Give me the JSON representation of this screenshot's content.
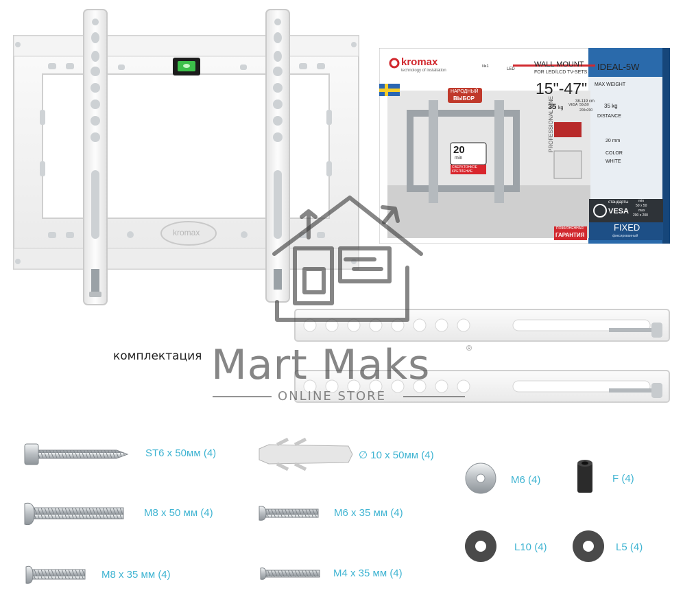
{
  "kit_heading": "комплектация",
  "watermark": {
    "brand": "Mart Maks",
    "registered_mark": "®",
    "tagline": "ONLINE STORE"
  },
  "bracket": {
    "logo_text": "kromax"
  },
  "box": {
    "brand": "kromax",
    "brand_sub": "technology of installation",
    "badge_top": "№1",
    "badge_led": "LED",
    "title": "WALL MOUNT",
    "subtitle": "FOR LED/LCD TV-SETS",
    "model": "IDEAL-5W",
    "size_range": "15\"-47\"",
    "size_cm": "38-119 cm",
    "max_weight_value": "35",
    "max_weight_unit": "kg",
    "vesa_small": "VESA",
    "vesa_min": "50x50",
    "vesa_max": "200x200",
    "narodny": "НАРОДНЫЙ",
    "vybor": "ВЫБОР",
    "min_distance": "20",
    "min_label": "min",
    "ultra_thin": "СВЕРХТОНКОЕ",
    "mounting": "КРЕПЛЕНИЕ",
    "side_max_weight": "MAX WEIGHT",
    "side_max_weight_value": "35 kg",
    "side_distance": "DISTANCE",
    "side_distance_value": "20 mm",
    "side_color": "COLOR",
    "side_color_value": "WHITE",
    "side_vesa": "VESA",
    "side_vesa_std": "стандарты",
    "side_vesa_min": "min",
    "side_vesa_min_value": "50 x 50",
    "side_vesa_max": "max",
    "side_vesa_max_value": "200 x 200",
    "professional_line": "PROFESSIONAL LINE",
    "fixed": "FIXED",
    "fixed_sub": "фиксированный",
    "guarantee_top": "ПОЖИЗНЕННАЯ",
    "guarantee": "ГАРАНТИЯ"
  },
  "parts": [
    {
      "label": "ST6 x 50мм (4)"
    },
    {
      "label": "∅ 10 x 50мм (4)"
    },
    {
      "label": "M6 (4)"
    },
    {
      "label": "F (4)"
    },
    {
      "label": "M8 x 50 мм (4)"
    },
    {
      "label": "M6 x 35 мм (4)"
    },
    {
      "label": "L10 (4)"
    },
    {
      "label": "L5 (4)"
    },
    {
      "label": "M8 x 35 мм (4)"
    },
    {
      "label": "M4 x 35 мм (4)"
    }
  ],
  "colors": {
    "label_accent": "#3fb4d2",
    "box_blue": "#1f5fa0",
    "kromax_red": "#d1282e",
    "bracket_white": "#f6f6f6"
  }
}
